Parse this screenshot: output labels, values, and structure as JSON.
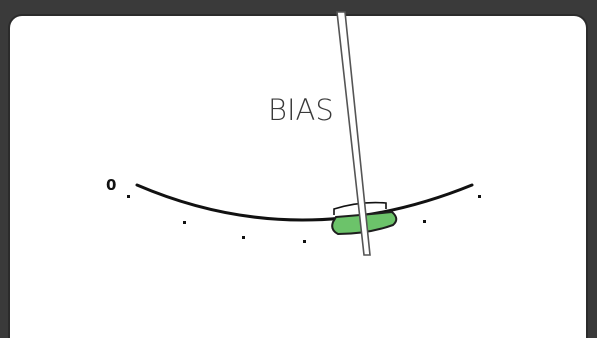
{
  "meter": {
    "label": "BIAS",
    "scale_start_label": "0",
    "needle_value": 0.76,
    "colors": {
      "face": "#ffffff",
      "bezel": "#3a3a3a",
      "scale": "#111111",
      "target_zone": "#6cc36a",
      "target_zone_outline": "#1e1e1e",
      "needle": "#555555"
    }
  }
}
